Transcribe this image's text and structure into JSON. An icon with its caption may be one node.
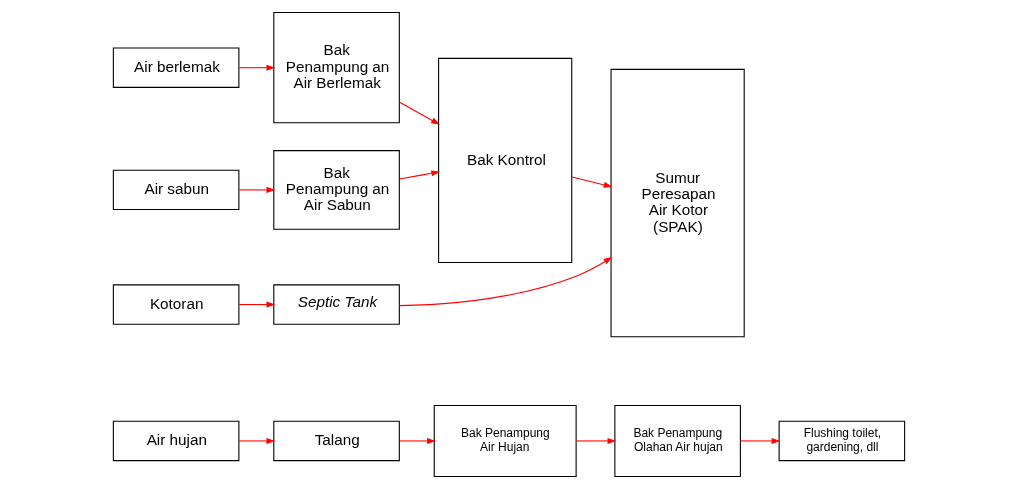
{
  "diagram": {
    "nodes": [
      {
        "text": [
          "Air hujan"
        ]
      },
      {
        "text": [
          "Talang"
        ]
      },
      {
        "text": [
          "Bak Penampung Air Hujan"
        ]
      },
      {
        "text": [
          "Bak Penampung Olahan Air hujan"
        ]
      },
      {
        "text": [
          "Flushing toilet, gardening, dll"
        ]
      },
      {
        "text": [
          "Air sabun"
        ]
      },
      {
        "text": [
          "Bak Penampung an Air Sabun"
        ]
      },
      {
        "text": [
          "Bak Kontrol"
        ]
      },
      {
        "text": [
          "Sumur Peresapan Air Kotor (SPAK)"
        ]
      },
      {
        "text": [
          "Air berlemak"
        ]
      },
      {
        "text": [
          "Bak Penampung an Air Berlemak"
        ]
      },
      {
        "text": [
          "Kotoran"
        ]
      },
      {
        "text": [
          "Septic Tank"
        ]
      }
    ],
    "edges": [
      {
        "from": 0,
        "to": 1,
        "arrow": "to"
      },
      {
        "from": 1,
        "to": 2,
        "arrow": "to"
      },
      {
        "from": 2,
        "to": 3,
        "arrow": "to"
      },
      {
        "from": 3,
        "to": 4,
        "arrow": "to"
      },
      {
        "from": 5,
        "to": 6,
        "arrow": "to"
      },
      {
        "from": 6,
        "to": 7,
        "arrow": "to"
      },
      {
        "from": 9,
        "to": 10,
        "arrow": "to"
      },
      {
        "from": 10,
        "to": 7,
        "arrow": "to"
      },
      {
        "from": 7,
        "to": 8,
        "arrow": "to"
      },
      {
        "from": 11,
        "to": 12,
        "arrow": "to"
      },
      {
        "from": 12,
        "to": 8,
        "arrow": "to"
      }
    ]
  }
}
